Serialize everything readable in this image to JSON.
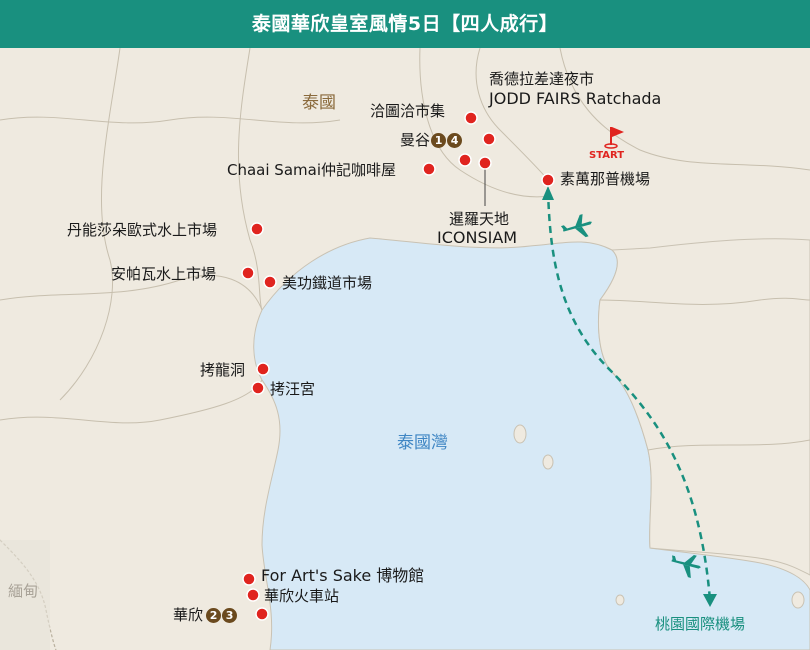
{
  "title": "泰國華欣皇室風情5日【四人成行】",
  "regions": {
    "thailand": "泰國",
    "gulf": "泰國灣",
    "myanmar": "緬甸"
  },
  "places": {
    "jodd_cn": "喬德拉差達夜市",
    "jodd_en": "JODD FAIRS Ratchada",
    "chatuchak": "洽圖洽市集",
    "bangkok": "曼谷",
    "chaai": "Chaai Samai仲記咖啡屋",
    "airport_bkk": "素萬那普機場",
    "iconsiam_cn": "暹羅天地",
    "iconsiam_en": "ICONSIAM",
    "damnoen": "丹能莎朵歐式水上市場",
    "amphawa": "安帕瓦水上市場",
    "maeklong": "美功鐵道市場",
    "khao_luang": "拷龍洞",
    "khao_wang": "拷汪宮",
    "for_arts": "For Art's Sake 博物館",
    "hh_station": "華欣火車站",
    "hua_hin": "華欣",
    "airport_tpe": "桃園國際機場"
  },
  "day_numbers": {
    "bangkok": [
      "1",
      "4"
    ],
    "hua_hin": [
      "2",
      "3"
    ]
  },
  "start_label": "START",
  "colors": {
    "header": "#19907f",
    "land": "#efeae0",
    "sea": "#d7e9f6",
    "marker": "#e0241f",
    "day_badge": "#6b4a1e",
    "route": "#19907f",
    "thailand_label": "#8a6a3c",
    "gulf_label": "#3f86c4"
  },
  "icons": [
    "pin-marker-icon",
    "start-flag-icon",
    "airplane-icon",
    "dashed-route-arrow"
  ]
}
